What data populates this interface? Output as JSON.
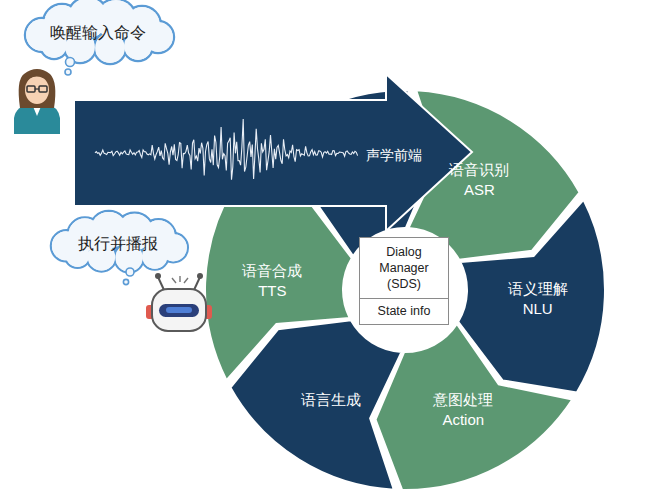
{
  "diagram": {
    "nodes": [
      {
        "text": [
          "唤醒输入命令"
        ]
      },
      {
        "text": [
          "声学前端"
        ]
      },
      {
        "text": [
          "语音识别",
          "ASR"
        ]
      },
      {
        "text": [
          "语义理解",
          "NLU"
        ]
      },
      {
        "text": [
          "意图处理",
          "Action"
        ]
      },
      {
        "text": [
          "语言生成"
        ]
      },
      {
        "text": [
          "语音合成",
          "TTS"
        ]
      },
      {
        "text": [
          "执行并播报"
        ]
      },
      {
        "text": [
          "Dialog Manager (SDS)"
        ]
      },
      {
        "text": [
          "State info"
        ],
        "in": 8
      }
    ]
  }
}
